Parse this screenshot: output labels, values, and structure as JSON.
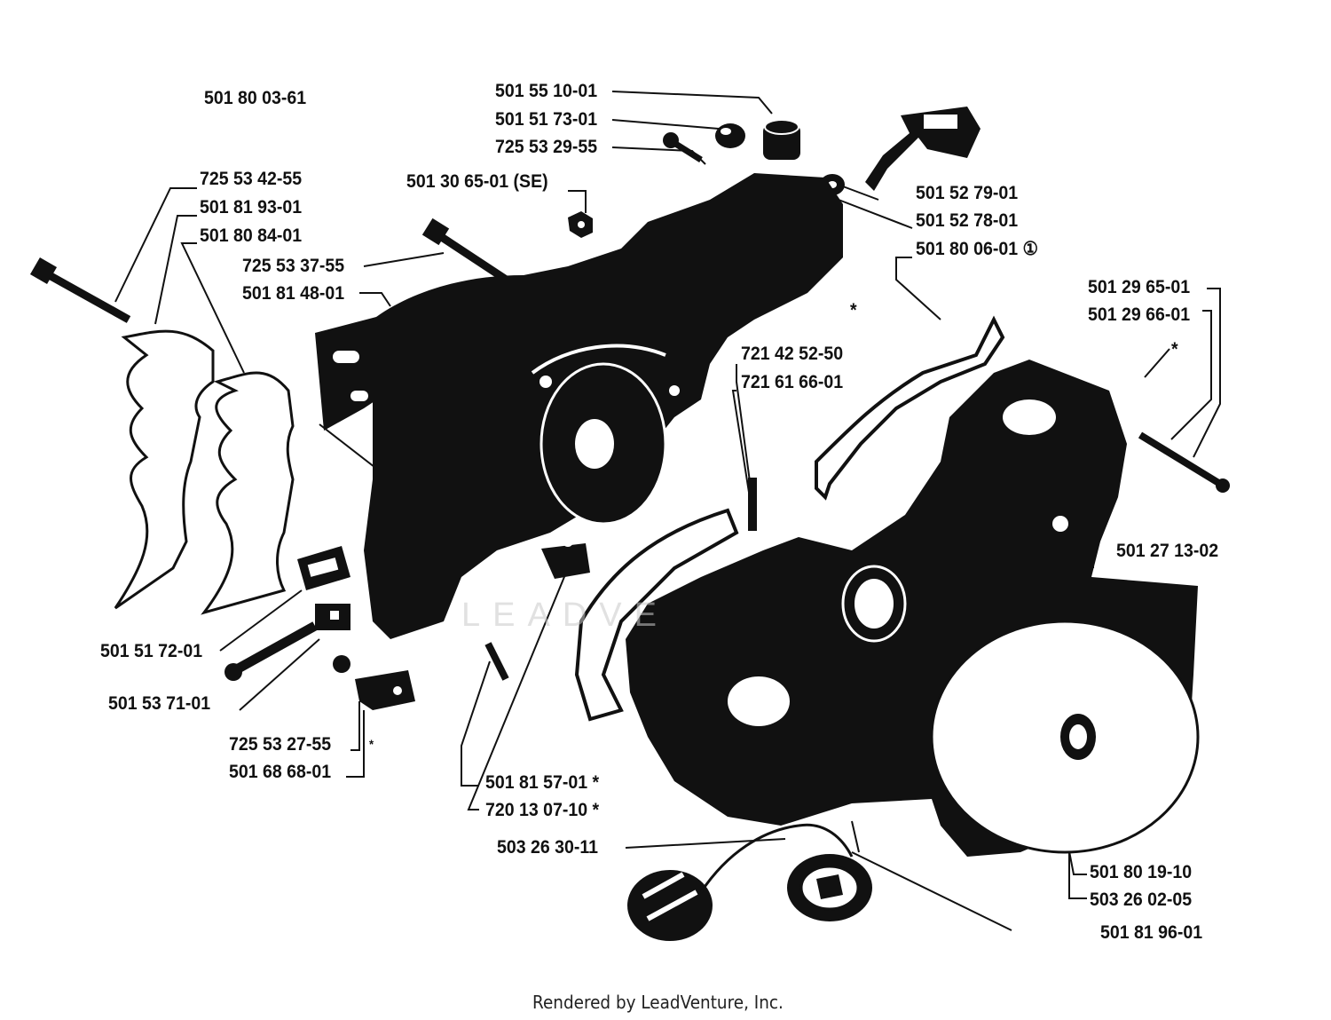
{
  "diagram": {
    "assembly_number": "501 80 03-61",
    "watermark_text": "LEADVE",
    "footer_text": "Rendered by LeadVenture, Inc.",
    "colors": {
      "ink": "#111111",
      "paper": "#ffffff"
    },
    "parts": [
      {
        "id": "p1",
        "text": "501 55 10-01"
      },
      {
        "id": "p2",
        "text": "501 51 73-01"
      },
      {
        "id": "p3",
        "text": "725 53 29-55"
      },
      {
        "id": "p4",
        "text": "501 30 65-01 (SE)"
      },
      {
        "id": "p5",
        "text": "725 53 42-55"
      },
      {
        "id": "p6",
        "text": "501 81 93-01"
      },
      {
        "id": "p7",
        "text": "501 80 84-01"
      },
      {
        "id": "p8",
        "text": "725 53 37-55"
      },
      {
        "id": "p9",
        "text": "501 81 48-01"
      },
      {
        "id": "p10",
        "text": "501 52 79-01"
      },
      {
        "id": "p11",
        "text": "501 52 78-01"
      },
      {
        "id": "p12",
        "text": "501 80 06-01 ①"
      },
      {
        "id": "p13",
        "text": "501 29 65-01"
      },
      {
        "id": "p14",
        "text": "501 29 66-01"
      },
      {
        "id": "p15",
        "text": "721 42 52-50"
      },
      {
        "id": "p16",
        "text": "721 61 66-01"
      },
      {
        "id": "p17",
        "text": "501 27 13-02"
      },
      {
        "id": "p18",
        "text": "501 51 72-01"
      },
      {
        "id": "p19",
        "text": "501 53 71-01"
      },
      {
        "id": "p20",
        "text": "725 53 27-55"
      },
      {
        "id": "p21",
        "text": "501 68 68-01"
      },
      {
        "id": "p22",
        "text": "501 81 57-01  *"
      },
      {
        "id": "p23",
        "text": "720 13 07-10  *"
      },
      {
        "id": "p24",
        "text": "503 26 30-11"
      },
      {
        "id": "p25",
        "text": "501 80 19-10"
      },
      {
        "id": "p26",
        "text": "503 26 02-05"
      },
      {
        "id": "p27",
        "text": "501 81 96-01"
      }
    ],
    "asterisk_marks": [
      "*",
      "*",
      "*"
    ]
  }
}
